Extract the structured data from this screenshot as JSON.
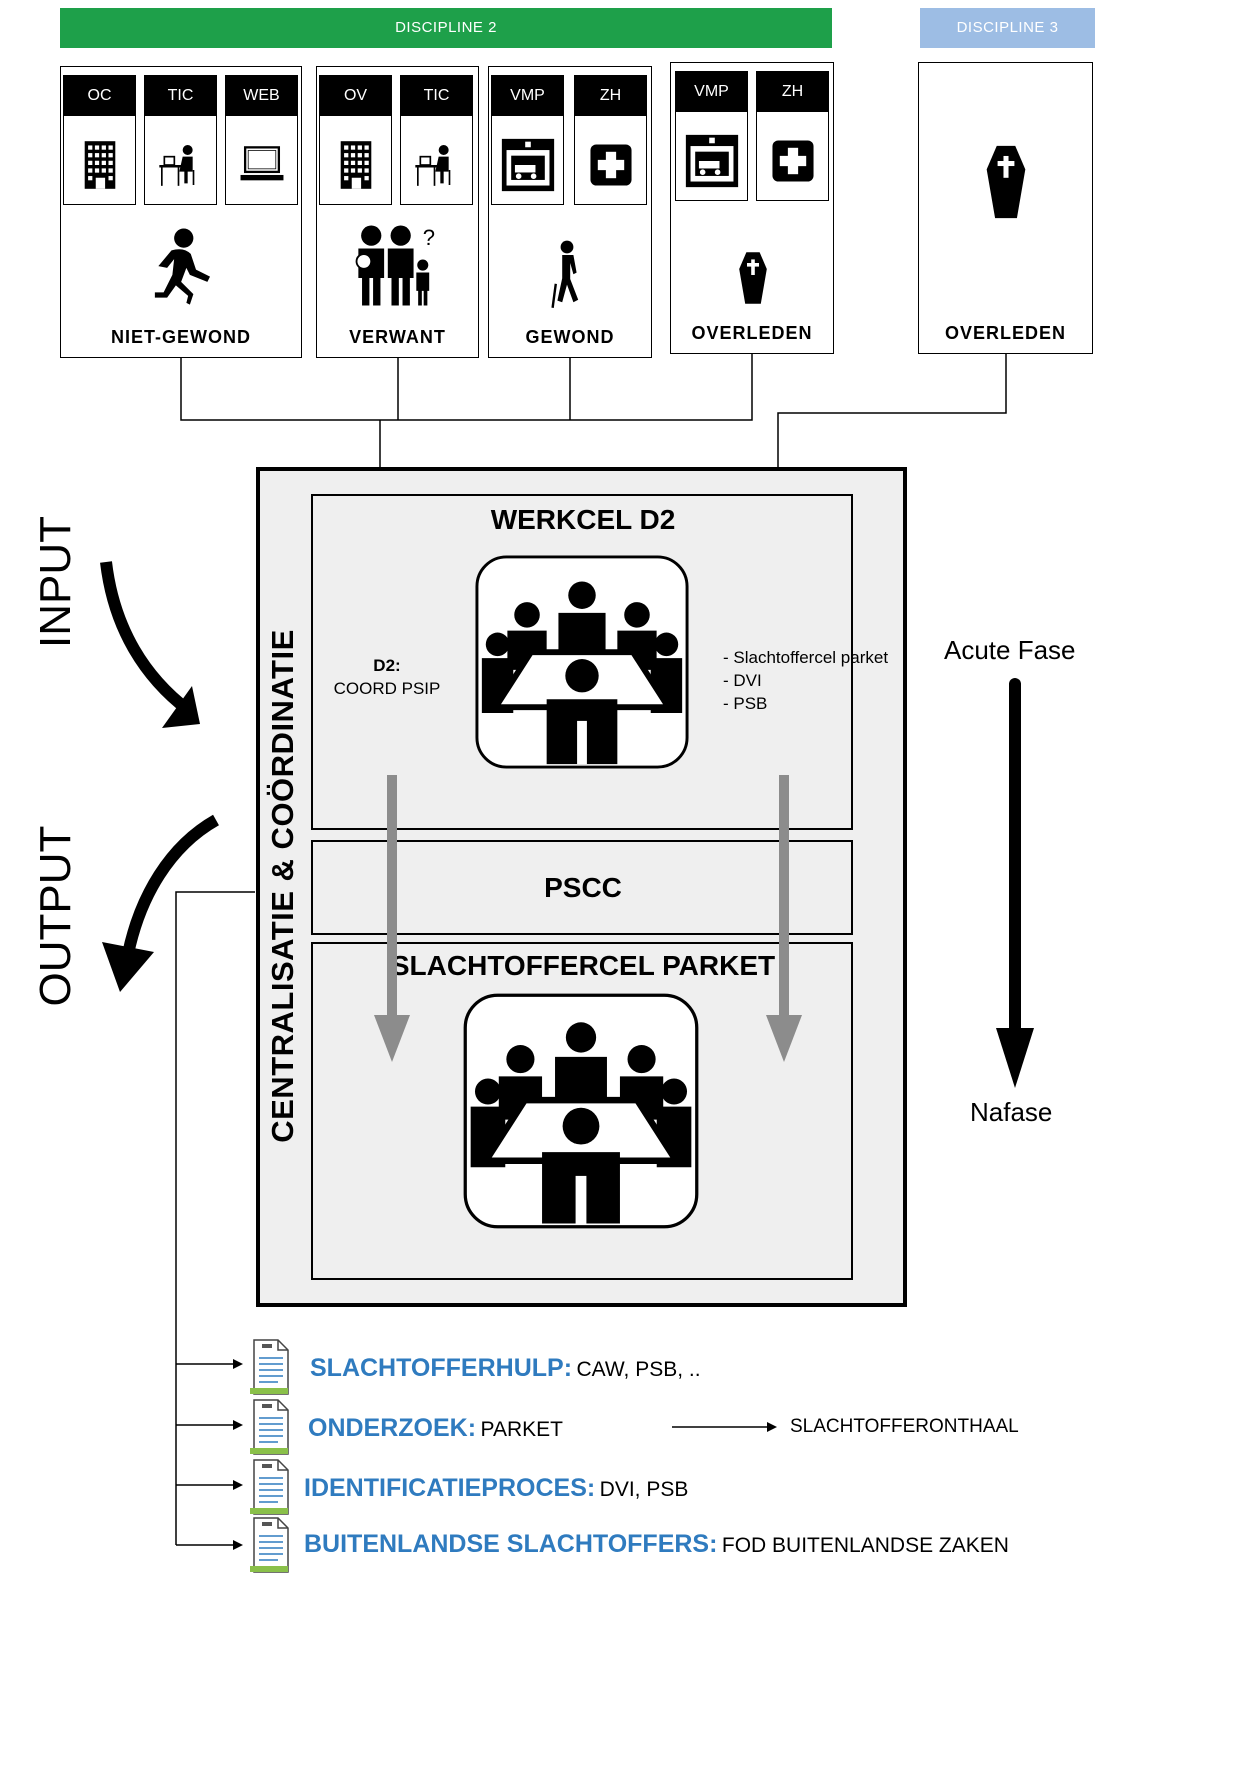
{
  "banners": {
    "d2": "DISCIPLINE 2",
    "d3": "DISCIPLINE 3"
  },
  "colors": {
    "d2_green": "#1ea04a",
    "d3_blue": "#9dbde4",
    "output_blue": "#2f7bbf",
    "gray_arrow": "#8c8c8c",
    "cell_bg": "#efefef"
  },
  "columns": [
    {
      "label": "NIET-GEWOND",
      "tiles": [
        {
          "head": "OC",
          "icon": "building-icon"
        },
        {
          "head": "TIC",
          "icon": "person-desk-icon"
        },
        {
          "head": "WEB",
          "icon": "computer-icon"
        }
      ],
      "figure": "running-person-icon"
    },
    {
      "label": "VERWANT",
      "tiles": [
        {
          "head": "OV",
          "icon": "building-icon"
        },
        {
          "head": "TIC",
          "icon": "person-desk-icon"
        }
      ],
      "figure": "family-question-icon"
    },
    {
      "label": "GEWOND",
      "tiles": [
        {
          "head": "VMP",
          "icon": "ambulance-post-icon"
        },
        {
          "head": "ZH",
          "icon": "hospital-cross-icon"
        }
      ],
      "figure": "injured-person-icon"
    },
    {
      "label": "OVERLEDEN",
      "tiles": [
        {
          "head": "VMP",
          "icon": "ambulance-post-icon"
        },
        {
          "head": "ZH",
          "icon": "hospital-cross-icon"
        }
      ],
      "figure": "coffin-icon"
    },
    {
      "label": "OVERLEDEN",
      "figure": "coffin-icon"
    }
  ],
  "side": {
    "input": "INPUT",
    "output": "OUTPUT"
  },
  "center": {
    "vertical": "CENTRALISATIE & COÖRDINATIE",
    "werkcel_title": "WERKCEL D2",
    "d2_head": "D2:",
    "d2_body": "COORD PSIP",
    "right_list": [
      "- Slachtoffercel parket",
      "- DVI",
      "- PSB"
    ],
    "pscc": "PSCC",
    "slachtoffercel": "SLACHTOFFERCEL PARKET"
  },
  "phase": {
    "start": "Acute Fase",
    "end": "Nafase"
  },
  "outputs": [
    {
      "key": "SLACHTOFFERHULP:",
      "value": "CAW, PSB, .."
    },
    {
      "key": "ONDERZOEK:",
      "value": "PARKET",
      "arrow_to": "SLACHTOFFERONTHAAL"
    },
    {
      "key": "IDENTIFICATIEPROCES:",
      "value": "DVI, PSB"
    },
    {
      "key": "BUITENLANDSE SLACHTOFFERS:",
      "value": "FOD BUITENLANDSE ZAKEN"
    }
  ]
}
